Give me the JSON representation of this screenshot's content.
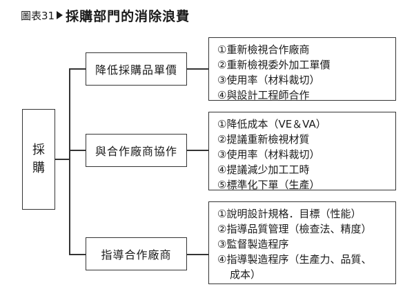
{
  "header": {
    "label": "圖表31",
    "title": "採購部門的消除浪費"
  },
  "root": {
    "chars": [
      "採",
      "購"
    ]
  },
  "branches": [
    {
      "label": "降低採購品單價",
      "items": [
        "①重新檢視合作廠商",
        "②重新檢視委外加工單價",
        "③使用率（材料裁切）",
        "④與設計工程師合作"
      ]
    },
    {
      "label": "與合作廠商協作",
      "items": [
        "①降低成本（VE＆VA）",
        "②提議重新檢視材質",
        "③使用率（材料裁切）",
        "④提議減少加工工時",
        "⑤標準化下單（生產）"
      ]
    },
    {
      "label": "指導合作廠商",
      "items": [
        "①說明設計規格．目標（性能）",
        "②指導品質管理（檢查法、精度）",
        "③監督製造程序",
        "④指導製造程序（生產力、品質、",
        "成本）"
      ]
    }
  ]
}
